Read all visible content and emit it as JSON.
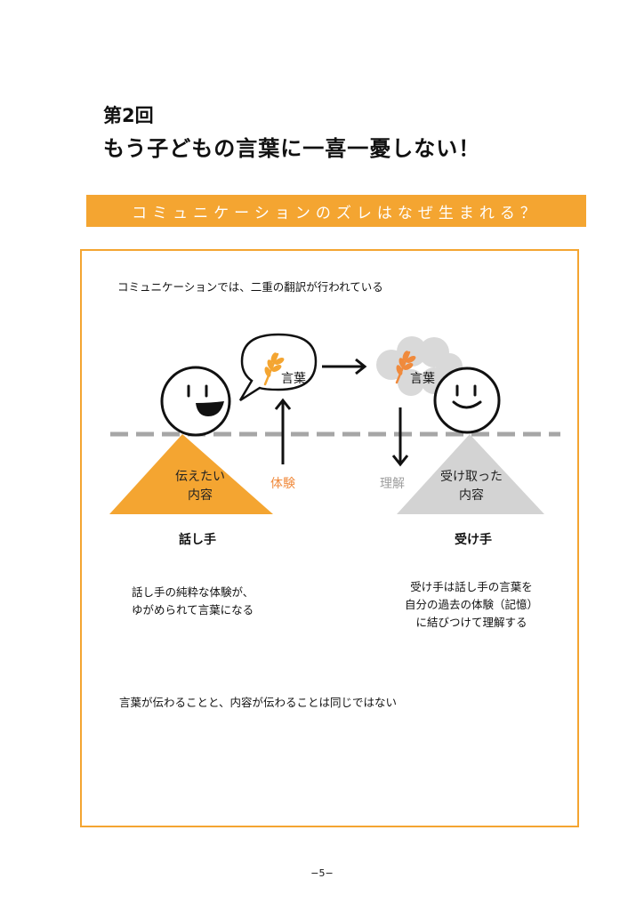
{
  "heading": {
    "episode": "第2回",
    "title": "もう子どもの言葉に一喜一憂しない！"
  },
  "banner": {
    "text": "コミュニケーションのズレはなぜ生まれる？"
  },
  "intro": "コミュニケーションでは、二重の翻訳が行われている",
  "diagram": {
    "speech_word": "言葉",
    "thought_word": "言葉",
    "speaker_triangle": [
      "伝えたい",
      "内容"
    ],
    "experience_label": "体験",
    "understanding_label": "理解",
    "receiver_triangle": [
      "受け取った",
      "内容"
    ],
    "speaker_label": "話し手",
    "receiver_label": "受け手",
    "colors": {
      "orange": "#f4a531",
      "gray": "#d3d3d3",
      "dash": "#a6a6a6",
      "experience_text": "#f08a3c",
      "understanding_text": "#9e9e9e"
    }
  },
  "speaker_note": [
    "話し手の純粋な体験が、",
    "ゆがめられて言葉になる"
  ],
  "receiver_note": [
    "受け手は話し手の言葉を",
    "自分の過去の体験（記憶）",
    "に結びつけて理解する"
  ],
  "conclusion": "言葉が伝わることと、内容が伝わることは同じではない",
  "page_number": "−5−"
}
